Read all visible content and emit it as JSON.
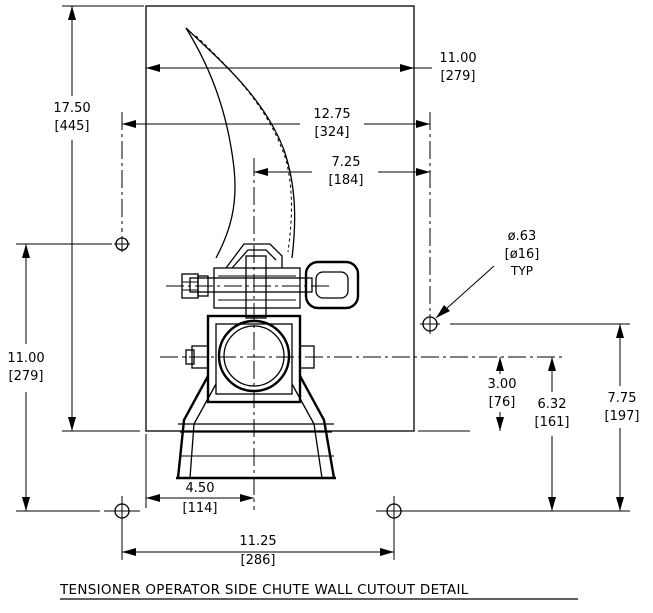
{
  "title": "TENSIONER OPERATOR SIDE CHUTE WALL CUTOUT DETAIL",
  "dimensions": {
    "overall_height": {
      "in": "17.50",
      "mm": "[445]"
    },
    "plate_width": {
      "in": "11.00",
      "mm": "[279]"
    },
    "span_12_75": {
      "in": "12.75",
      "mm": "[324]"
    },
    "span_7_25": {
      "in": "7.25",
      "mm": "[184]"
    },
    "left_hole_height": {
      "in": "11.00",
      "mm": "[279]"
    },
    "hole_diameter": {
      "in": "ø.63",
      "mm": "[ø16]",
      "note": "TYP"
    },
    "center_offset_3_00": {
      "in": "3.00",
      "mm": "[76]"
    },
    "center_offset_6_32": {
      "in": "6.32",
      "mm": "[161]"
    },
    "right_hole_height": {
      "in": "7.75",
      "mm": "[197]"
    },
    "bottom_offset_4_50": {
      "in": "4.50",
      "mm": "[114]"
    },
    "bottom_hole_spacing": {
      "in": "11.25",
      "mm": "[286]"
    }
  }
}
